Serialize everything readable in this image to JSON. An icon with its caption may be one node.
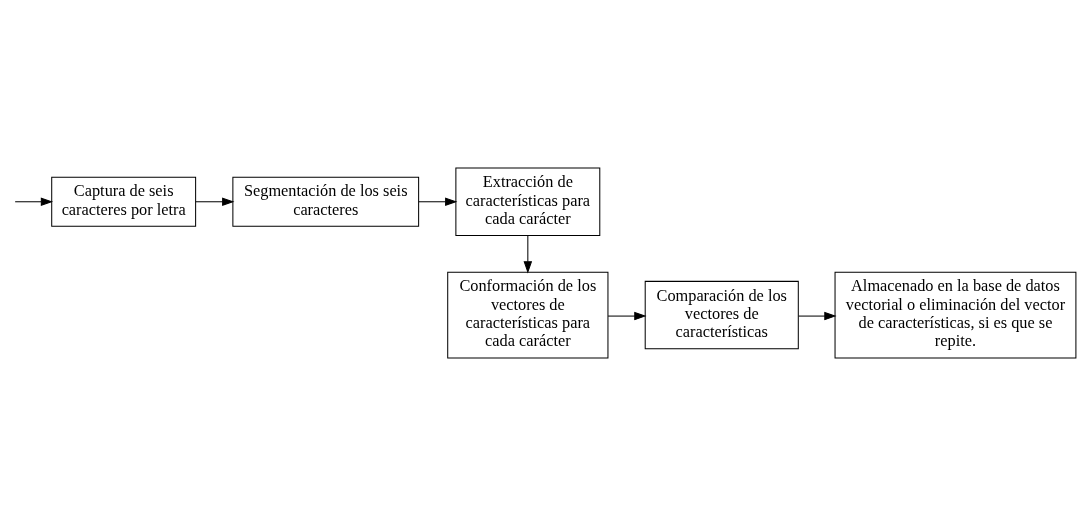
{
  "diagram": {
    "nodes": [
      {
        "text": [
          "Captura de seis caracteres por letra"
        ]
      },
      {
        "text": [
          "Segmentación de los seis caracteres"
        ]
      },
      {
        "text": [
          "Extracción de características para cada carácter"
        ]
      },
      {
        "text": [
          "Conformación de los vectores de características para cada carácter"
        ]
      },
      {
        "text": [
          "Comparación de los vectores de características"
        ]
      },
      {
        "text": [
          "Almacenado en la base de datos vectorial o eliminación del vector de características, si es que se repite."
        ]
      }
    ],
    "edges": [
      {
        "from": null,
        "to": 0,
        "arrow": "to"
      },
      {
        "from": 0,
        "to": 1,
        "arrow": "to"
      },
      {
        "from": 1,
        "to": 2,
        "arrow": "to"
      },
      {
        "from": 2,
        "to": 3,
        "arrow": "to"
      },
      {
        "from": 3,
        "to": 4,
        "arrow": "to"
      },
      {
        "from": 4,
        "to": 5,
        "arrow": "to"
      }
    ]
  }
}
